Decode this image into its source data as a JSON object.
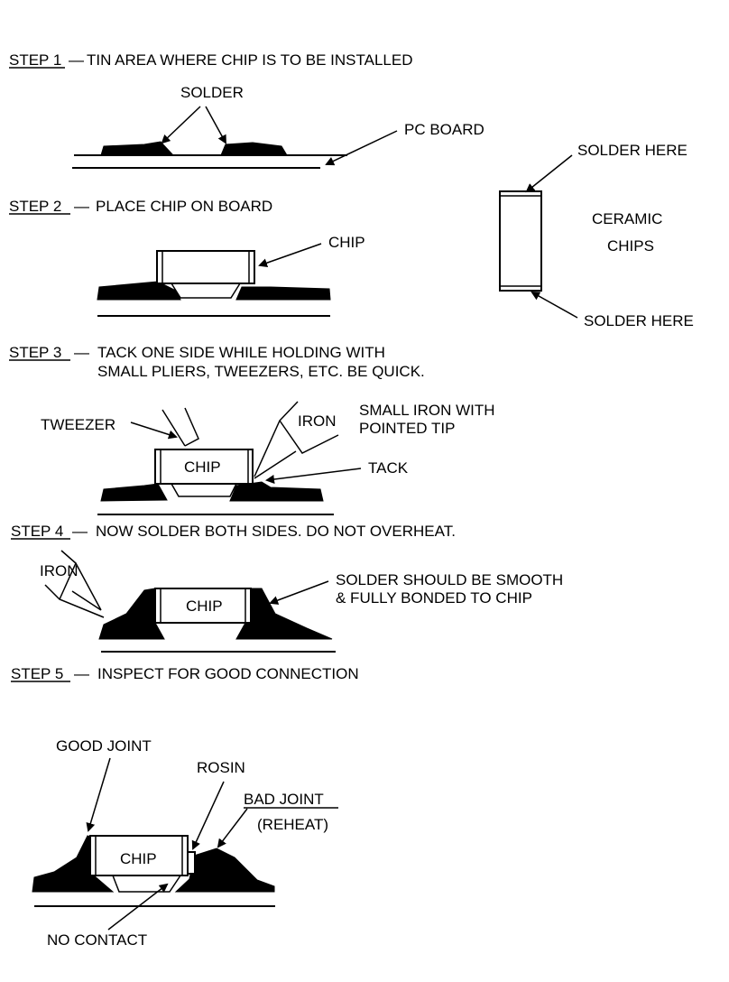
{
  "steps": [
    {
      "label": "STEP 1",
      "dash": "—",
      "text": "TIN AREA WHERE CHIP IS TO BE INSTALLED"
    },
    {
      "label": "STEP 2",
      "dash": "—",
      "text": "PLACE CHIP ON BOARD"
    },
    {
      "label": "STEP 3",
      "dash": "—",
      "text": "TACK ONE SIDE WHILE HOLDING WITH",
      "text2": "SMALL PLIERS, TWEEZERS, ETC. BE QUICK."
    },
    {
      "label": "STEP 4",
      "dash": "—",
      "text": "NOW SOLDER BOTH SIDES. DO NOT OVERHEAT."
    },
    {
      "label": "STEP 5",
      "dash": "—",
      "text": "INSPECT FOR GOOD CONNECTION"
    }
  ],
  "step1": {
    "solder": "SOLDER",
    "pc_board": "PC BOARD"
  },
  "step2": {
    "chip": "CHIP"
  },
  "ceramic": {
    "solder_top": "SOLDER HERE",
    "solder_bottom": "SOLDER HERE",
    "title1": "CERAMIC",
    "title2": "CHIPS"
  },
  "step3": {
    "tweezer": "TWEEZER",
    "iron": "IRON",
    "small_iron1": "SMALL IRON WITH",
    "small_iron2": "POINTED TIP",
    "tack": "TACK",
    "chip": "CHIP"
  },
  "step4": {
    "iron": "IRON",
    "chip": "CHIP",
    "note1": "SOLDER SHOULD BE SMOOTH",
    "note2": "& FULLY BONDED TO CHIP"
  },
  "step5": {
    "good_joint": "GOOD JOINT",
    "rosin": "ROSIN",
    "bad_joint": "BAD JOINT",
    "reheat": "(REHEAT)",
    "chip": "CHIP",
    "no_contact": "NO CONTACT"
  }
}
